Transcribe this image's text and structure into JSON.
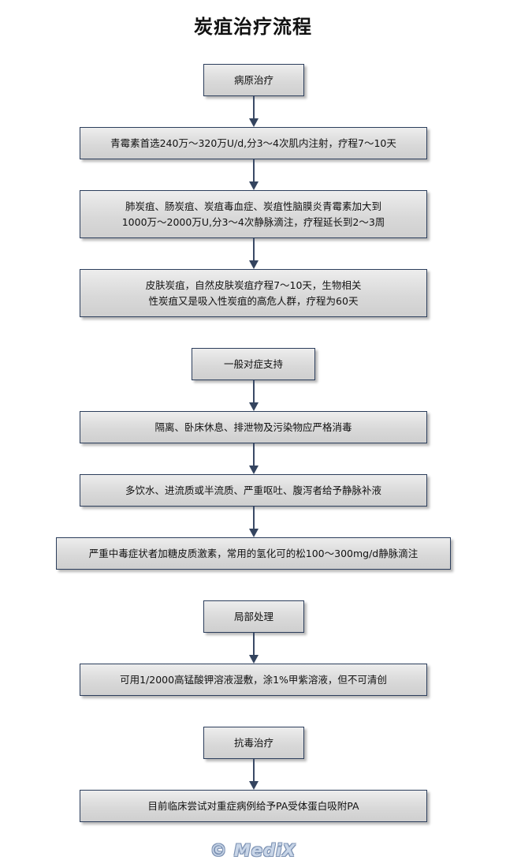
{
  "title": "炭疽治疗流程",
  "nodes": {
    "n1": "病原治疗",
    "n2": "青霉素首选240万～320万U/d,分3～4次肌内注射，疗程7～10天",
    "n3": [
      "肺炭疽、肠炭疽、炭疽毒血症、炭疽性脑膜炎青霉素加大到",
      "1000万～2000万U,分3～4次静脉滴注，疗程延长到2～3周"
    ],
    "n4": [
      "皮肤炭疽，自然皮肤炭疽疗程7～10天，生物相关",
      "性炭疽又是吸入性炭疽的高危人群，疗程为60天"
    ],
    "n5": "一般对症支持",
    "n6": "隔离、卧床休息、排泄物及污染物应严格消毒",
    "n7": "多饮水、进流质或半流质、严重呕吐、腹泻者给予静脉补液",
    "n8": "严重中毒症状者加糖皮质激素，常用的氢化可的松100～300mg/d静脉滴注",
    "n9": "局部处理",
    "n10": "可用1/2000高锰酸钾溶液湿敷，涂1%甲紫溶液，但不可清创",
    "n11": "抗毒治疗",
    "n12": "目前临床尝试对重症病例给予PA受体蛋白吸附PA"
  },
  "watermark": "© MediX",
  "colors": {
    "box_border": "#2c3e5c",
    "box_fill": "#d9d9d9",
    "arrow": "#3a4a66"
  }
}
